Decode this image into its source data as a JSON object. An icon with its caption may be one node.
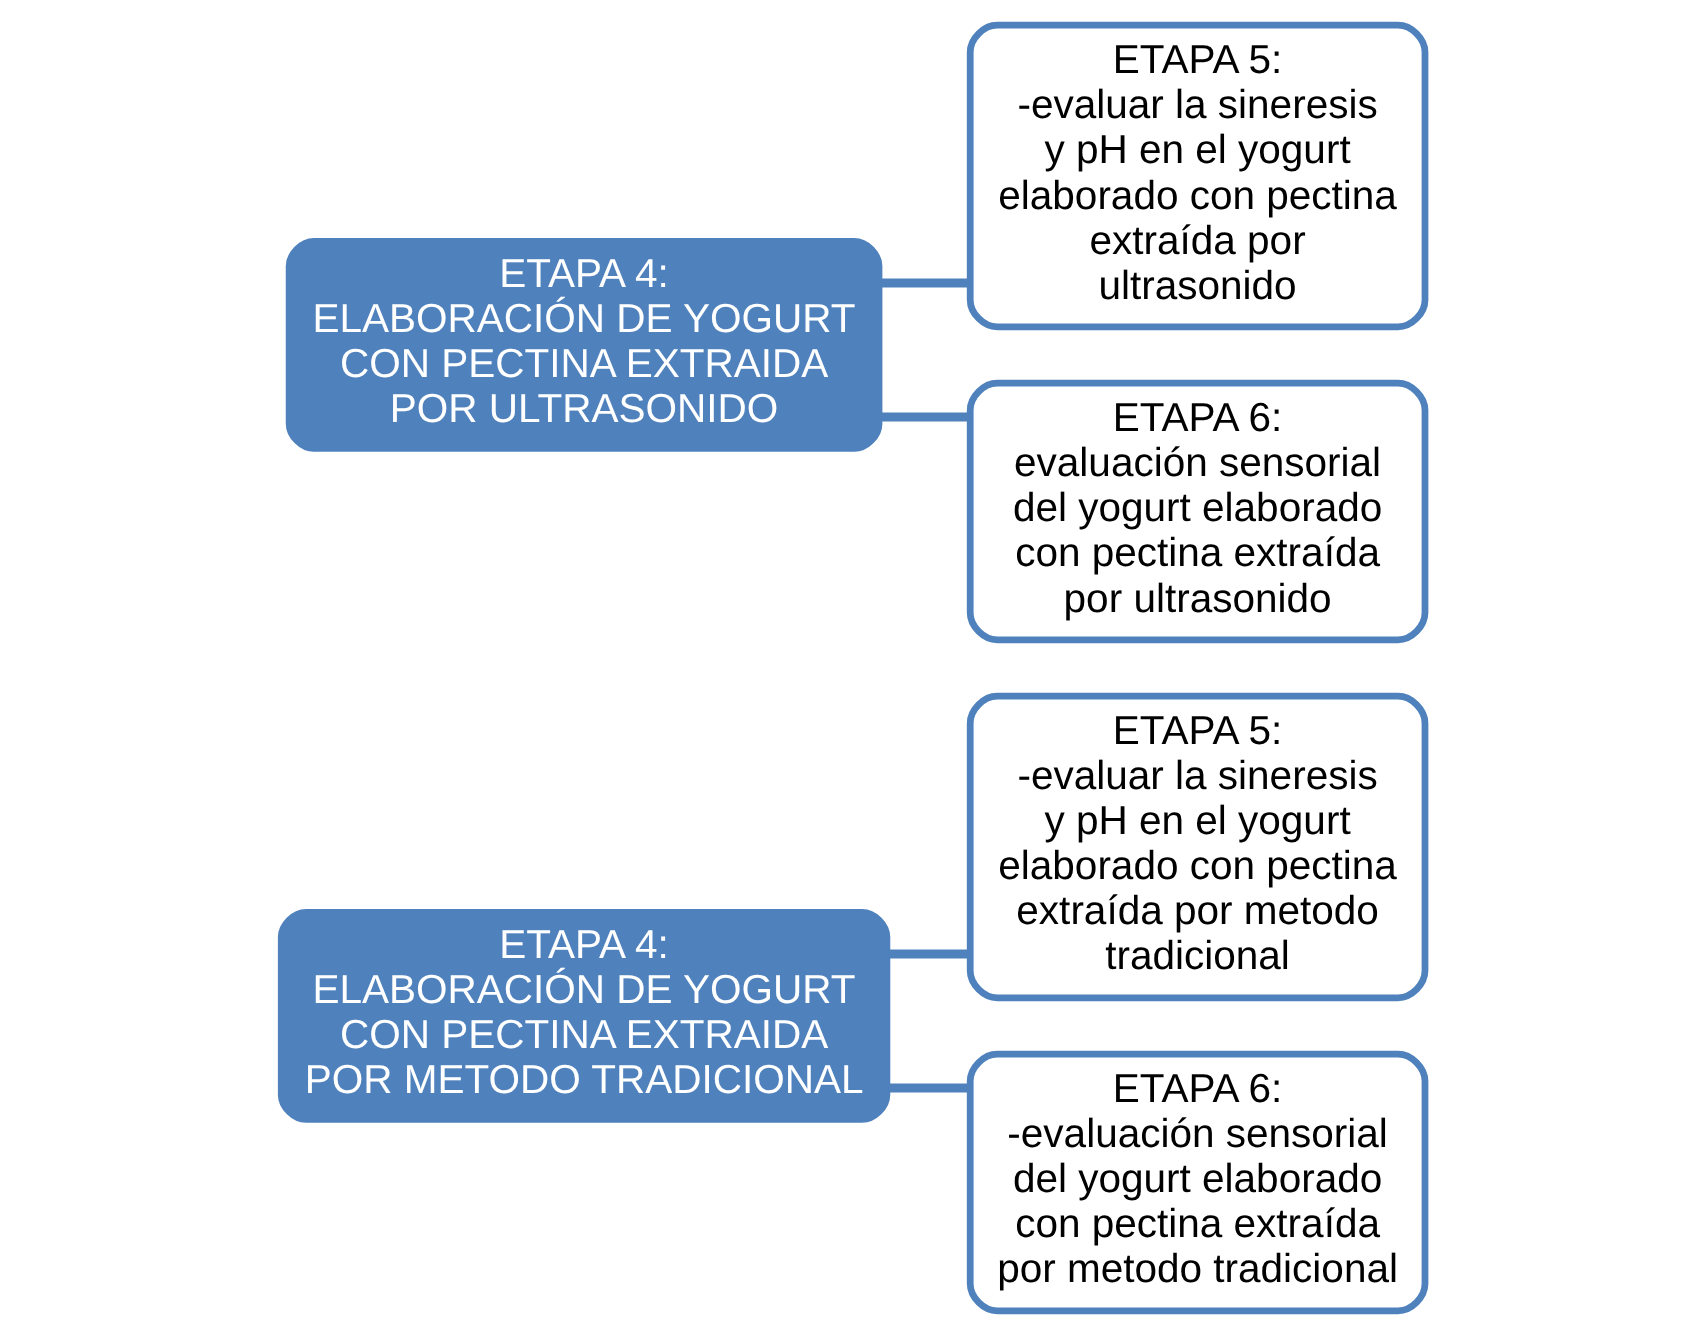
{
  "diagram": {
    "nodes": [
      {
        "text": [
          "ETAPA 4:",
          "ELABORACIÓN DE YOGURT CON PECTINA EXTRAIDA POR METODO TRADICIONAL"
        ]
      },
      {
        "text": [
          "ETAPA 5:",
          "-evaluar la sineresis y pH en el yogurt elaborado con pectina extraída por metodo tradicional"
        ]
      },
      {
        "text": [
          "ETAPA 6:",
          "-evaluación sensorial del yogurt elaborado con pectina extraída por metodo tradicional"
        ]
      },
      {
        "text": [
          "ETAPA 4:",
          "ELABORACIÓN DE YOGURT CON PECTINA EXTRAIDA POR ULTRASONIDO"
        ]
      },
      {
        "text": [
          "ETAPA 5:",
          "-evaluar la sineresis y pH en el yogurt elaborado con pectina extraída por ultrasonido"
        ]
      },
      {
        "text": [
          "ETAPA 6:",
          "evaluación sensorial del yogurt elaborado con pectina extraída por ultrasonido"
        ]
      }
    ],
    "edges": [
      {
        "from": 0,
        "to": 1,
        "arrow": "none"
      },
      {
        "from": 0,
        "to": 2,
        "arrow": "none"
      },
      {
        "from": 3,
        "to": 4,
        "arrow": "none"
      },
      {
        "from": 3,
        "to": 5,
        "arrow": "none"
      }
    ]
  }
}
